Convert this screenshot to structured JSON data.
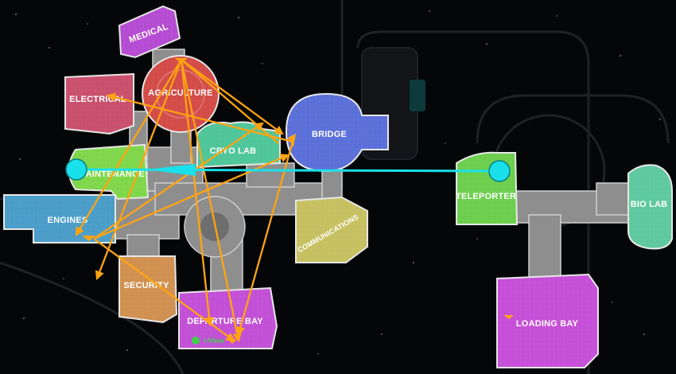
{
  "map": {
    "rooms": [
      {
        "id": "medical",
        "label": "MEDICAL",
        "color": "#b54bd2"
      },
      {
        "id": "electrical",
        "label": "ELECTRICAL",
        "color": "#c9506c"
      },
      {
        "id": "agriculture",
        "label": "AGRICULTURE",
        "color": "#d24b47"
      },
      {
        "id": "cryo-lab",
        "label": "CRYO LAB",
        "color": "#4fc59a"
      },
      {
        "id": "bridge",
        "label": "BRIDGE",
        "color": "#5a6fd8"
      },
      {
        "id": "maintenance",
        "label": "MAINTENANCE",
        "color": "#7fd64a"
      },
      {
        "id": "engines",
        "label": "ENGINES",
        "color": "#4a9dc8"
      },
      {
        "id": "communications",
        "label": "COMMUNICATIONS",
        "color": "#c6c060"
      },
      {
        "id": "security",
        "label": "SECURITY",
        "color": "#d09050"
      },
      {
        "id": "departure-bay",
        "label": "DEPARTURE BAY",
        "color": "#c24fd6"
      },
      {
        "id": "teleporter",
        "label": "TELEPORTER",
        "color": "#6ccf4c"
      },
      {
        "id": "bio-lab",
        "label": "BIO LAB",
        "color": "#5ec89e"
      },
      {
        "id": "loading-bay",
        "label": "LOADING BAY",
        "color": "#c64fd8"
      }
    ],
    "path_label": "i-View",
    "colors": {
      "route": "#ffa412",
      "teleport_link": "#19e0ea",
      "player_dot": "#3fd24a",
      "background": "#050608"
    },
    "icons": {
      "teleport_node": "teleport-node-icon",
      "waypoint": "waypoint-marker-icon",
      "player": "player-dot-icon"
    }
  }
}
